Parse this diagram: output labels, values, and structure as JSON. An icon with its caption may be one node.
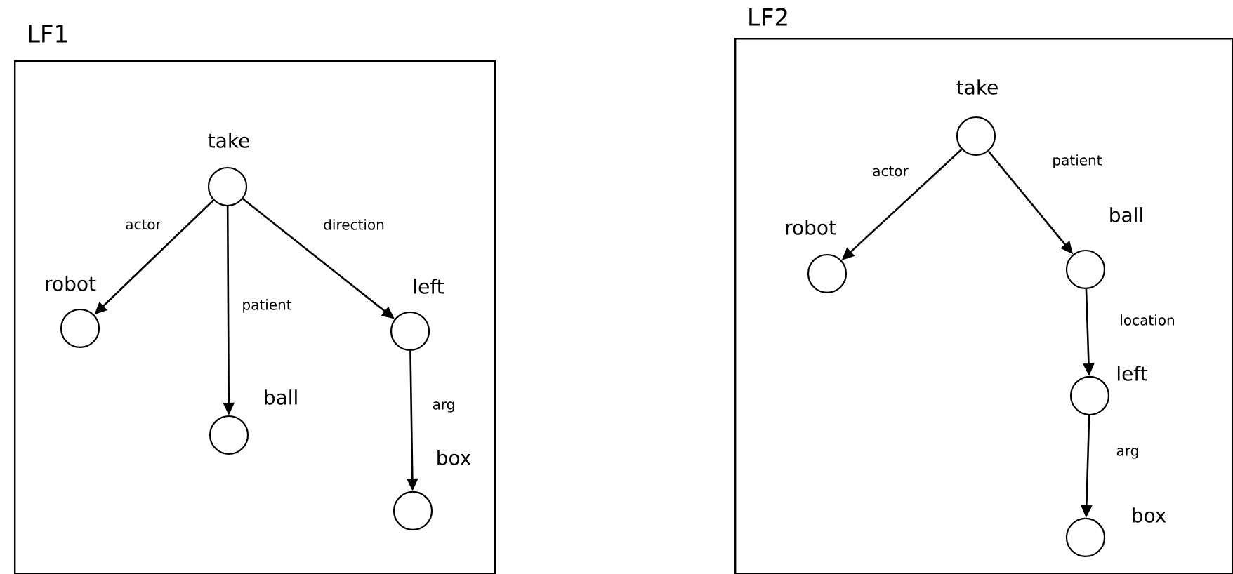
{
  "diagram": {
    "nodes": [
      {
        "text": [
          "LF1"
        ]
      },
      {
        "text": [
          "take"
        ],
        "in": 0
      },
      {
        "text": [
          "robot"
        ],
        "in": 0
      },
      {
        "text": [
          "ball"
        ],
        "in": 0
      },
      {
        "text": [
          "left"
        ],
        "in": 0
      },
      {
        "text": [
          "box"
        ],
        "in": 0
      },
      {
        "text": [
          "LF2"
        ]
      },
      {
        "text": [
          "take"
        ],
        "in": 6
      },
      {
        "text": [
          "robot"
        ],
        "in": 6
      },
      {
        "text": [
          "ball"
        ],
        "in": 6
      },
      {
        "text": [
          "left"
        ],
        "in": 6
      },
      {
        "text": [
          "box"
        ],
        "in": 6
      }
    ],
    "edges": [
      {
        "from": 1,
        "to": 2,
        "arrow": "to",
        "label": "actor"
      },
      {
        "from": 1,
        "to": 3,
        "arrow": "to",
        "label": "patient"
      },
      {
        "from": 1,
        "to": 4,
        "arrow": "to",
        "label": "direction"
      },
      {
        "from": 4,
        "to": 5,
        "arrow": "to",
        "label": "arg"
      },
      {
        "from": 7,
        "to": 8,
        "arrow": "to",
        "label": "actor"
      },
      {
        "from": 7,
        "to": 9,
        "arrow": "to",
        "label": "patient"
      },
      {
        "from": 9,
        "to": 10,
        "arrow": "to",
        "label": "location"
      },
      {
        "from": 10,
        "to": 11,
        "arrow": "to",
        "label": "arg"
      }
    ]
  }
}
